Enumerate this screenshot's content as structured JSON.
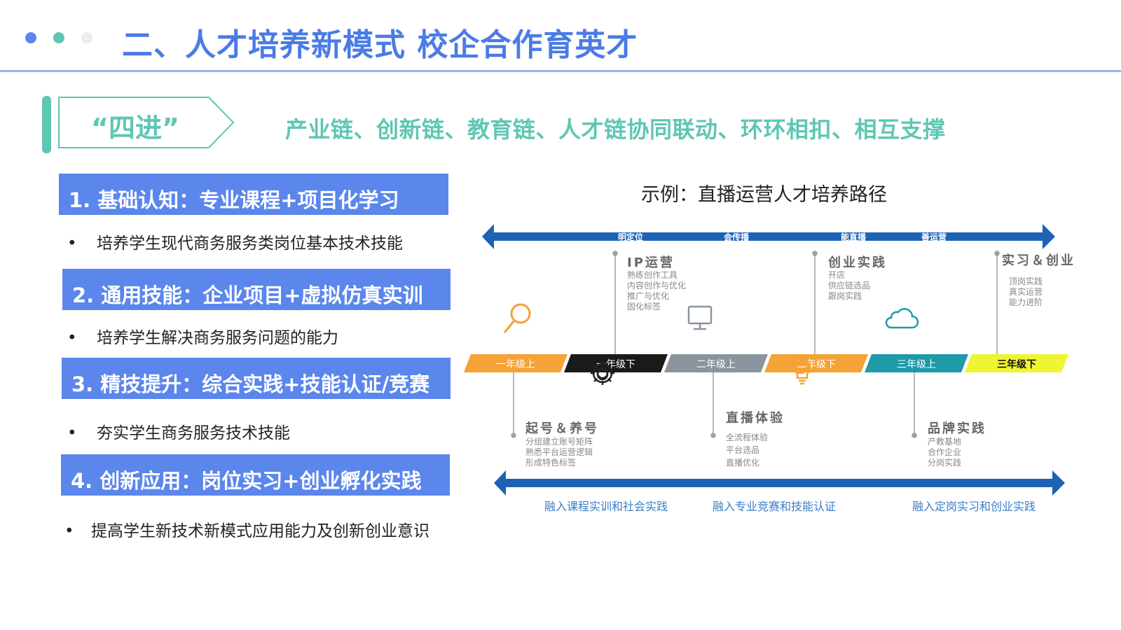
{
  "header": {
    "title": "二、人才培养新模式 校企合作育英才",
    "dots": [
      "#5b86ec",
      "#5ec6b4",
      "#eaeef2"
    ]
  },
  "sijin": {
    "tag": "“四进”",
    "subtitle": "产业链、创新链、教育链、人才链协同联动、环环相扣、相互支撑"
  },
  "sections": [
    {
      "heading": "1. 基础认知：专业课程+项目化学习",
      "bullet": "培养学生现代商务服务类岗位基本技术技能"
    },
    {
      "heading": "2. 通用技能：企业项目+虚拟仿真实训",
      "bullet": "培养学生解决商务服务问题的能力"
    },
    {
      "heading": "3. 精技提升：综合实践+技能认证/竞赛",
      "bullet": "夯实学生商务服务技术技能"
    },
    {
      "heading": "4. 创新应用：岗位实习+创业孵化实践",
      "bullet": "提高学生新技术新模式应用能力及创新创业意识"
    }
  ],
  "bullet_symbol": "•",
  "example": {
    "title": "示例：直播运营人才培养路径",
    "top_arrow_labels": [
      "明定位",
      "会传播",
      "能直播",
      "善运营"
    ],
    "semesters": [
      {
        "label": "一年级上",
        "color": "#f5a236",
        "text_color": "#ffffff"
      },
      {
        "label": "一年级下",
        "color": "#1a1a1a",
        "text_color": "#ffffff"
      },
      {
        "label": "二年级上",
        "color": "#8a949e",
        "text_color": "#ffffff"
      },
      {
        "label": "二年级下",
        "color": "#f5a236",
        "text_color": "#ffffff"
      },
      {
        "label": "三年级上",
        "color": "#1e9aa8",
        "text_color": "#ffffff"
      },
      {
        "label": "三年级下",
        "color": "#eef532",
        "text_color": "#111111"
      }
    ],
    "upper_stages": [
      {
        "title": "IP运营",
        "items": [
          "熟练创作工具",
          "内容创作与优化",
          "推广与优化",
          "固化标签"
        ]
      },
      {
        "title": "创业实践",
        "items": [
          "开店",
          "供应链选品",
          "跟岗实践"
        ]
      },
      {
        "title": "实习＆创业",
        "items": [
          "顶岗实践",
          "真实运营",
          "能力进阶"
        ]
      }
    ],
    "lower_stages": [
      {
        "title": "起号＆养号",
        "items": [
          "分组建立账号矩阵",
          "熟悉平台运营逻辑",
          "形成特色标签"
        ]
      },
      {
        "title": "直播体验",
        "items": [
          "全流程体验",
          "平台选品",
          "直播优化"
        ]
      },
      {
        "title": "品牌实践",
        "items": [
          "产教基地",
          "合作企业",
          "分岗实践"
        ]
      }
    ],
    "icons": [
      "magnifier-icon",
      "gear-icon",
      "monitor-icon",
      "lightbulb-icon",
      "cloud-icon"
    ],
    "bottom_labels": [
      "融入课程实训和社会实践",
      "融入专业竞赛和技能认证",
      "融入定岗实习和创业实践"
    ],
    "arrow_color": "#1c63b5"
  }
}
